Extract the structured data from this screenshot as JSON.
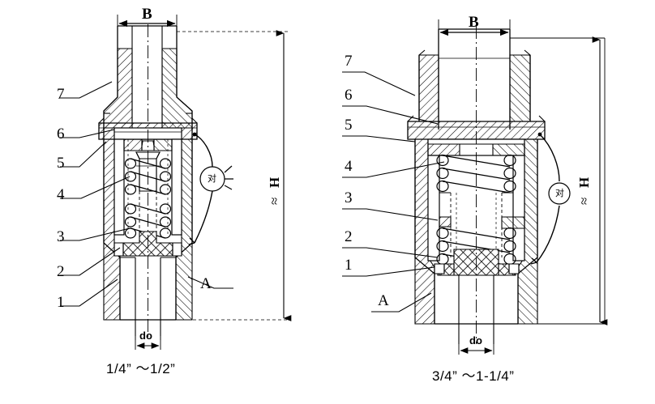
{
  "drawing": {
    "title": "Valve assembly cross-section drawing",
    "background_color": "#ffffff",
    "line_color": "#000000",
    "views": [
      {
        "id": "left-view",
        "caption": "1/4” ～1/2”",
        "callouts": [
          "7",
          "6",
          "5",
          "4",
          "3",
          "2",
          "1"
        ],
        "surface_label": "A",
        "dimensions": {
          "width_label": "B",
          "height_label": "H",
          "height_approx_symbol": "≈",
          "bore_label": "do"
        },
        "detail_marker": "对"
      },
      {
        "id": "right-view",
        "caption": "3/4” ～1-1/4”",
        "callouts": [
          "7",
          "6",
          "5",
          "4",
          "3",
          "2",
          "1"
        ],
        "surface_label": "A",
        "dimensions": {
          "width_label": "B",
          "height_label": "H",
          "height_approx_symbol": "≈",
          "bore_label": "do"
        },
        "detail_marker": "对"
      }
    ]
  }
}
